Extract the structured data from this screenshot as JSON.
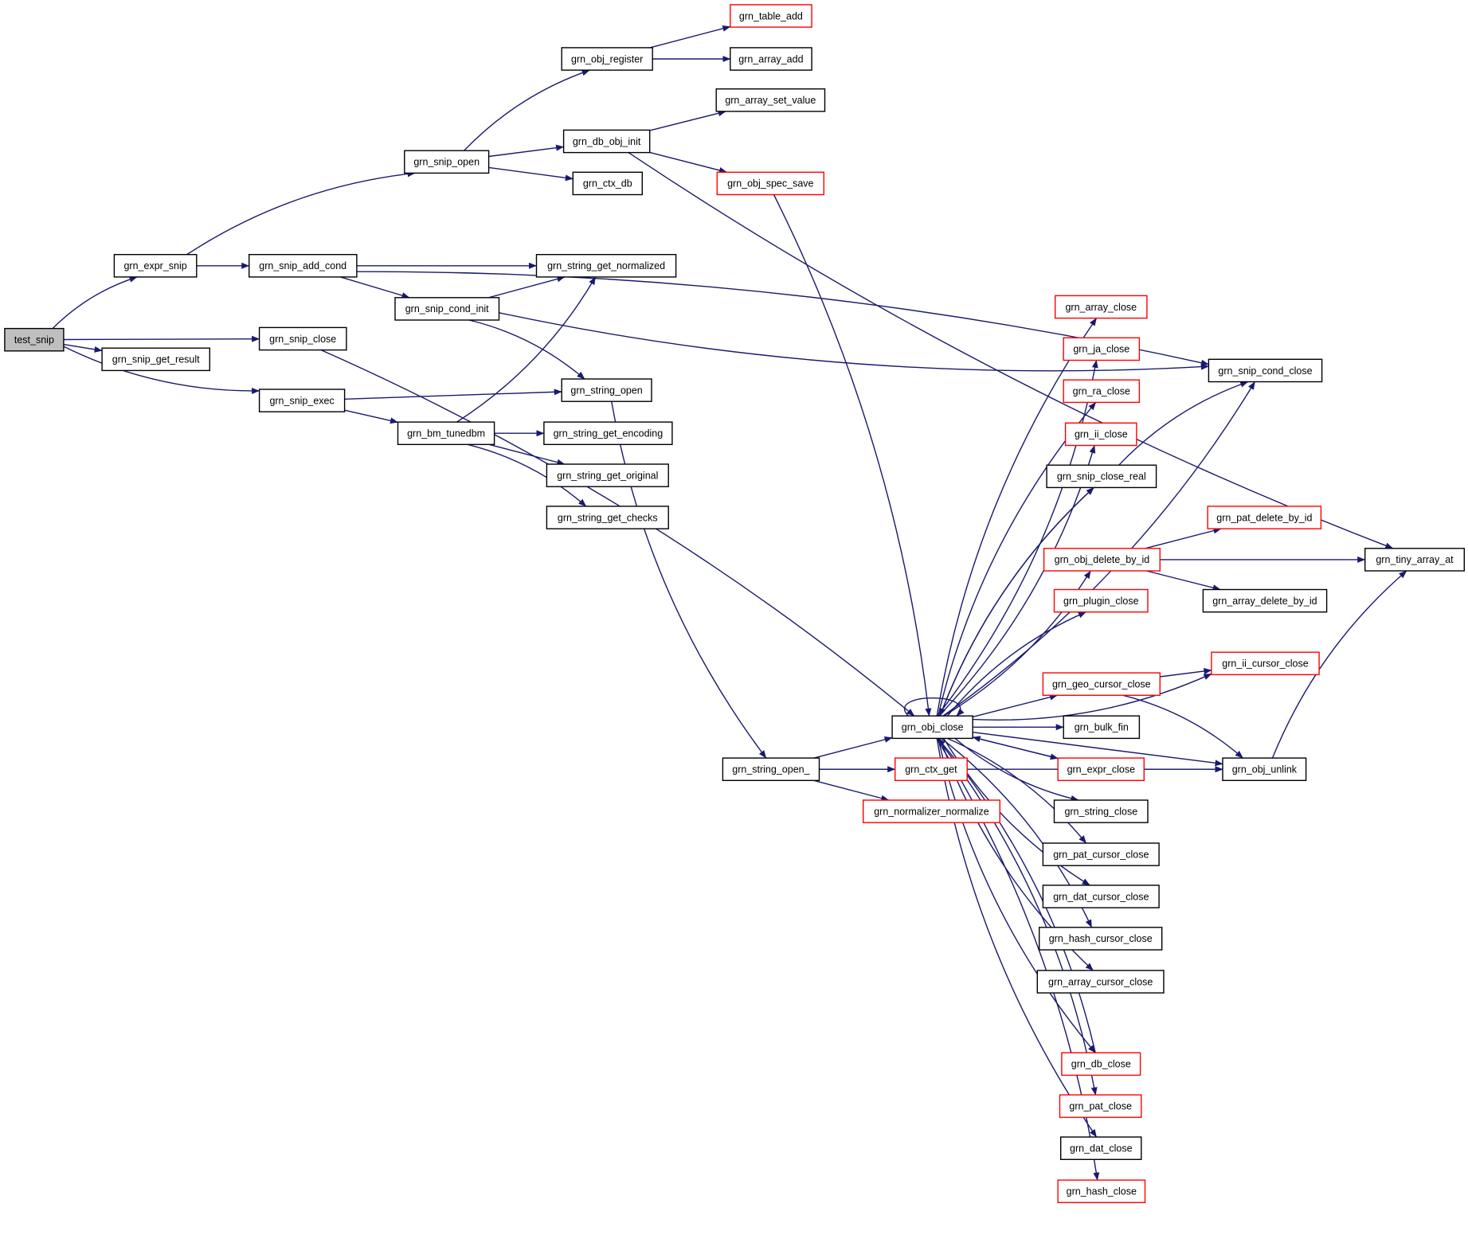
{
  "colors": {
    "edge": "#191970",
    "node_border": "#000000",
    "node_border_truncated": "#ff0000",
    "node_fill": "#ffffff",
    "root_fill": "#bfbfbf"
  },
  "nodes": [
    {
      "id": "test_snip",
      "label": "test_snip",
      "root": true
    },
    {
      "id": "grn_expr_snip",
      "label": "grn_expr_snip"
    },
    {
      "id": "grn_snip_get_result",
      "label": "grn_snip_get_result"
    },
    {
      "id": "grn_snip_close",
      "label": "grn_snip_close"
    },
    {
      "id": "grn_snip_exec",
      "label": "grn_snip_exec"
    },
    {
      "id": "grn_snip_open",
      "label": "grn_snip_open"
    },
    {
      "id": "grn_snip_add_cond",
      "label": "grn_snip_add_cond"
    },
    {
      "id": "grn_snip_cond_init",
      "label": "grn_snip_cond_init"
    },
    {
      "id": "grn_bm_tunedbm",
      "label": "grn_bm_tunedbm"
    },
    {
      "id": "grn_obj_register",
      "label": "grn_obj_register"
    },
    {
      "id": "grn_db_obj_init",
      "label": "grn_db_obj_init"
    },
    {
      "id": "grn_ctx_db",
      "label": "grn_ctx_db"
    },
    {
      "id": "grn_string_get_normalized",
      "label": "grn_string_get_normalized"
    },
    {
      "id": "grn_string_open",
      "label": "grn_string_open"
    },
    {
      "id": "grn_string_get_encoding",
      "label": "grn_string_get_encoding"
    },
    {
      "id": "grn_string_get_original",
      "label": "grn_string_get_original"
    },
    {
      "id": "grn_string_get_checks",
      "label": "grn_string_get_checks"
    },
    {
      "id": "grn_table_add",
      "label": "grn_table_add",
      "truncated": true
    },
    {
      "id": "grn_array_add",
      "label": "grn_array_add"
    },
    {
      "id": "grn_array_set_value",
      "label": "grn_array_set_value"
    },
    {
      "id": "grn_obj_spec_save",
      "label": "grn_obj_spec_save",
      "truncated": true
    },
    {
      "id": "grn_string_open_",
      "label": "grn_string_open_"
    },
    {
      "id": "grn_obj_close",
      "label": "grn_obj_close"
    },
    {
      "id": "grn_ctx_get",
      "label": "grn_ctx_get",
      "truncated": true
    },
    {
      "id": "grn_normalizer_normalize",
      "label": "grn_normalizer_normalize",
      "truncated": true
    },
    {
      "id": "grn_array_close",
      "label": "grn_array_close",
      "truncated": true
    },
    {
      "id": "grn_ja_close",
      "label": "grn_ja_close",
      "truncated": true
    },
    {
      "id": "grn_ra_close",
      "label": "grn_ra_close",
      "truncated": true
    },
    {
      "id": "grn_ii_close",
      "label": "grn_ii_close",
      "truncated": true
    },
    {
      "id": "grn_snip_close_real",
      "label": "grn_snip_close_real"
    },
    {
      "id": "grn_obj_delete_by_id",
      "label": "grn_obj_delete_by_id",
      "truncated": true
    },
    {
      "id": "grn_plugin_close",
      "label": "grn_plugin_close",
      "truncated": true
    },
    {
      "id": "grn_geo_cursor_close",
      "label": "grn_geo_cursor_close",
      "truncated": true
    },
    {
      "id": "grn_bulk_fin",
      "label": "grn_bulk_fin"
    },
    {
      "id": "grn_expr_close",
      "label": "grn_expr_close",
      "truncated": true
    },
    {
      "id": "grn_string_close",
      "label": "grn_string_close"
    },
    {
      "id": "grn_pat_cursor_close",
      "label": "grn_pat_cursor_close"
    },
    {
      "id": "grn_dat_cursor_close",
      "label": "grn_dat_cursor_close"
    },
    {
      "id": "grn_hash_cursor_close",
      "label": "grn_hash_cursor_close"
    },
    {
      "id": "grn_array_cursor_close",
      "label": "grn_array_cursor_close"
    },
    {
      "id": "grn_db_close",
      "label": "grn_db_close",
      "truncated": true
    },
    {
      "id": "grn_pat_close",
      "label": "grn_pat_close",
      "truncated": true
    },
    {
      "id": "grn_dat_close",
      "label": "grn_dat_close"
    },
    {
      "id": "grn_hash_close",
      "label": "grn_hash_close",
      "truncated": true
    },
    {
      "id": "grn_snip_cond_close",
      "label": "grn_snip_cond_close"
    },
    {
      "id": "grn_pat_delete_by_id",
      "label": "grn_pat_delete_by_id",
      "truncated": true
    },
    {
      "id": "grn_array_delete_by_id",
      "label": "grn_array_delete_by_id"
    },
    {
      "id": "grn_ii_cursor_close",
      "label": "grn_ii_cursor_close",
      "truncated": true
    },
    {
      "id": "grn_obj_unlink",
      "label": "grn_obj_unlink"
    },
    {
      "id": "grn_tiny_array_at",
      "label": "grn_tiny_array_at"
    }
  ],
  "edges": [
    [
      "test_snip",
      "grn_expr_snip"
    ],
    [
      "test_snip",
      "grn_snip_get_result"
    ],
    [
      "test_snip",
      "grn_snip_close"
    ],
    [
      "test_snip",
      "grn_snip_exec"
    ],
    [
      "grn_expr_snip",
      "grn_snip_open"
    ],
    [
      "grn_expr_snip",
      "grn_snip_add_cond"
    ],
    [
      "grn_snip_open",
      "grn_obj_register"
    ],
    [
      "grn_snip_open",
      "grn_db_obj_init"
    ],
    [
      "grn_snip_open",
      "grn_ctx_db"
    ],
    [
      "grn_obj_register",
      "grn_table_add"
    ],
    [
      "grn_obj_register",
      "grn_array_add"
    ],
    [
      "grn_db_obj_init",
      "grn_array_set_value"
    ],
    [
      "grn_db_obj_init",
      "grn_obj_spec_save"
    ],
    [
      "grn_db_obj_init",
      "grn_tiny_array_at"
    ],
    [
      "grn_snip_add_cond",
      "grn_string_get_normalized"
    ],
    [
      "grn_snip_add_cond",
      "grn_snip_cond_init"
    ],
    [
      "grn_snip_add_cond",
      "grn_snip_cond_close"
    ],
    [
      "grn_snip_cond_init",
      "grn_string_get_normalized"
    ],
    [
      "grn_snip_cond_init",
      "grn_string_open"
    ],
    [
      "grn_snip_cond_init",
      "grn_snip_cond_close"
    ],
    [
      "grn_snip_close",
      "grn_obj_close"
    ],
    [
      "grn_snip_exec",
      "grn_string_open"
    ],
    [
      "grn_snip_exec",
      "grn_bm_tunedbm"
    ],
    [
      "grn_bm_tunedbm",
      "grn_string_get_normalized"
    ],
    [
      "grn_bm_tunedbm",
      "grn_string_get_encoding"
    ],
    [
      "grn_bm_tunedbm",
      "grn_string_get_original"
    ],
    [
      "grn_bm_tunedbm",
      "grn_string_get_checks"
    ],
    [
      "grn_string_open",
      "grn_string_open_"
    ],
    [
      "grn_string_open_",
      "grn_obj_close"
    ],
    [
      "grn_string_open_",
      "grn_ctx_get"
    ],
    [
      "grn_string_open_",
      "grn_normalizer_normalize"
    ],
    [
      "grn_string_open_",
      "grn_obj_unlink"
    ],
    [
      "grn_obj_spec_save",
      "grn_obj_close"
    ],
    [
      "grn_obj_close",
      "grn_obj_close"
    ],
    [
      "grn_obj_close",
      "grn_array_close"
    ],
    [
      "grn_obj_close",
      "grn_ja_close"
    ],
    [
      "grn_obj_close",
      "grn_ra_close"
    ],
    [
      "grn_obj_close",
      "grn_ii_close"
    ],
    [
      "grn_obj_close",
      "grn_snip_close_real"
    ],
    [
      "grn_obj_close",
      "grn_obj_delete_by_id"
    ],
    [
      "grn_obj_close",
      "grn_plugin_close"
    ],
    [
      "grn_obj_close",
      "grn_ii_cursor_close"
    ],
    [
      "grn_obj_close",
      "grn_geo_cursor_close"
    ],
    [
      "grn_obj_close",
      "grn_bulk_fin"
    ],
    [
      "grn_obj_close",
      "grn_expr_close"
    ],
    [
      "grn_obj_close",
      "grn_string_close"
    ],
    [
      "grn_obj_close",
      "grn_pat_cursor_close"
    ],
    [
      "grn_obj_close",
      "grn_dat_cursor_close"
    ],
    [
      "grn_obj_close",
      "grn_hash_cursor_close"
    ],
    [
      "grn_obj_close",
      "grn_array_cursor_close"
    ],
    [
      "grn_obj_close",
      "grn_obj_unlink"
    ],
    [
      "grn_obj_close",
      "grn_db_close"
    ],
    [
      "grn_obj_close",
      "grn_pat_close"
    ],
    [
      "grn_obj_close",
      "grn_dat_close"
    ],
    [
      "grn_obj_close",
      "grn_hash_close"
    ],
    [
      "grn_obj_close",
      "grn_snip_cond_close"
    ],
    [
      "grn_snip_close_real",
      "grn_snip_cond_close"
    ],
    [
      "grn_snip_close_real",
      "grn_obj_close"
    ],
    [
      "grn_obj_delete_by_id",
      "grn_pat_delete_by_id"
    ],
    [
      "grn_obj_delete_by_id",
      "grn_tiny_array_at"
    ],
    [
      "grn_obj_delete_by_id",
      "grn_array_delete_by_id"
    ],
    [
      "grn_geo_cursor_close",
      "grn_ii_cursor_close"
    ],
    [
      "grn_geo_cursor_close",
      "grn_obj_unlink"
    ],
    [
      "grn_expr_close",
      "grn_obj_unlink"
    ],
    [
      "grn_expr_close",
      "grn_obj_close"
    ],
    [
      "grn_db_close",
      "grn_obj_close"
    ],
    [
      "grn_obj_unlink",
      "grn_tiny_array_at"
    ]
  ]
}
